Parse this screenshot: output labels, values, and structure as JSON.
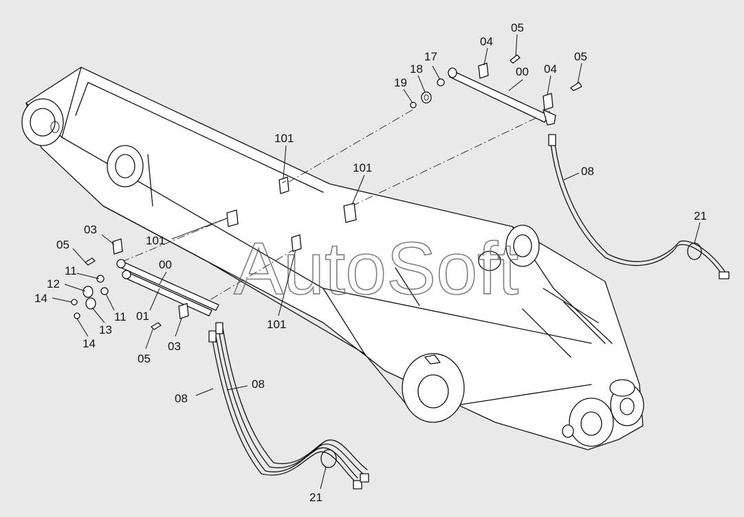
{
  "watermark": "AutoSoft",
  "labels": {
    "l05_top": "05",
    "l04_top": "04",
    "l17": "17",
    "l18": "18",
    "l19": "19",
    "l00_top": "00",
    "l04_right": "04",
    "l05_right": "05",
    "l08_right": "08",
    "l21_right": "21",
    "l101_a": "101",
    "l101_b": "101",
    "l101_c": "101",
    "l101_d": "101",
    "l03_left": "03",
    "l05_left": "05",
    "l11_a": "11",
    "l12": "12",
    "l14_a": "14",
    "l00_left": "00",
    "l11_b": "11",
    "l01": "01",
    "l13": "13",
    "l14_b": "14",
    "l05_bottom": "05",
    "l03_bottom": "03",
    "l08_a": "08",
    "l08_b": "08",
    "l21_bottom": "21"
  }
}
